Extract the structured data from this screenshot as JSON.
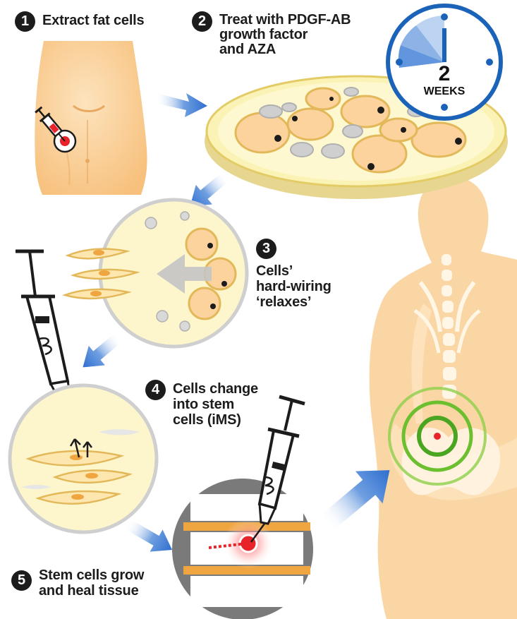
{
  "steps": [
    {
      "number": "1",
      "label": "Extract fat cells"
    },
    {
      "number": "2",
      "label": "Treat with PDGF-AB growth factor and AZA",
      "lines": [
        "Treat with PDGF-AB",
        "growth factor",
        "and AZA"
      ]
    },
    {
      "number": "3",
      "label": "Cells' hard-wiring 'relaxes'",
      "lines": [
        "Cells’",
        "hard-wiring",
        "‘relaxes’"
      ]
    },
    {
      "number": "4",
      "label": "Cells change into stem cells (iMS)",
      "lines": [
        "Cells change",
        "into stem",
        "cells (iMS)"
      ]
    },
    {
      "number": "5",
      "label": "Stem cells grow and heal tissue",
      "lines": [
        "Stem cells grow",
        "and heal tissue"
      ]
    }
  ],
  "clock": {
    "value": "2",
    "unit": "WEEKS"
  },
  "colors": {
    "skin": "#f9ca8c",
    "skin_light": "#fde3bd",
    "petri": "#fbf3b5",
    "cell_fill": "#fcd39c",
    "cell_ring": "#e7c04a",
    "arrow_blue": "#2f6fd0",
    "clock_blue": "#1b63b8",
    "target_green": "#6cc030",
    "injection_red": "#e8242a",
    "ink": "#1c1c1c"
  },
  "icons": [
    "syringe-icon",
    "clock-icon",
    "arrow-icon",
    "target-icon",
    "petri-dish-icon",
    "spine-icon"
  ]
}
